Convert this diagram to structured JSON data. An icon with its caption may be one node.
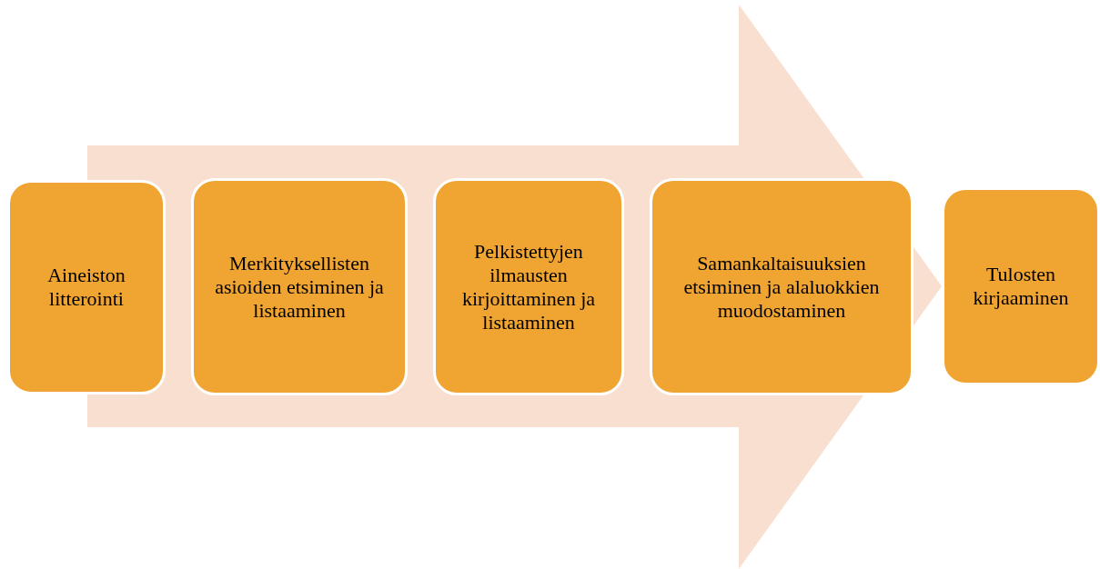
{
  "diagram": {
    "nodes": [
      {
        "text": [
          "Aineiston litterointi"
        ]
      },
      {
        "text": [
          "Merkityksellisten asioiden etsiminen ja listaaminen"
        ]
      },
      {
        "text": [
          "Pelkistettyjen ilmausten kirjoittaminen ja listaaminen"
        ]
      },
      {
        "text": [
          "Samankaltaisuuksien etsiminen ja alaluokkien muodostaminen"
        ]
      },
      {
        "text": [
          "Tulosten kirjaaminen"
        ]
      }
    ],
    "edges": [
      {
        "from": 0,
        "to": 4,
        "arrow": "to"
      }
    ]
  }
}
